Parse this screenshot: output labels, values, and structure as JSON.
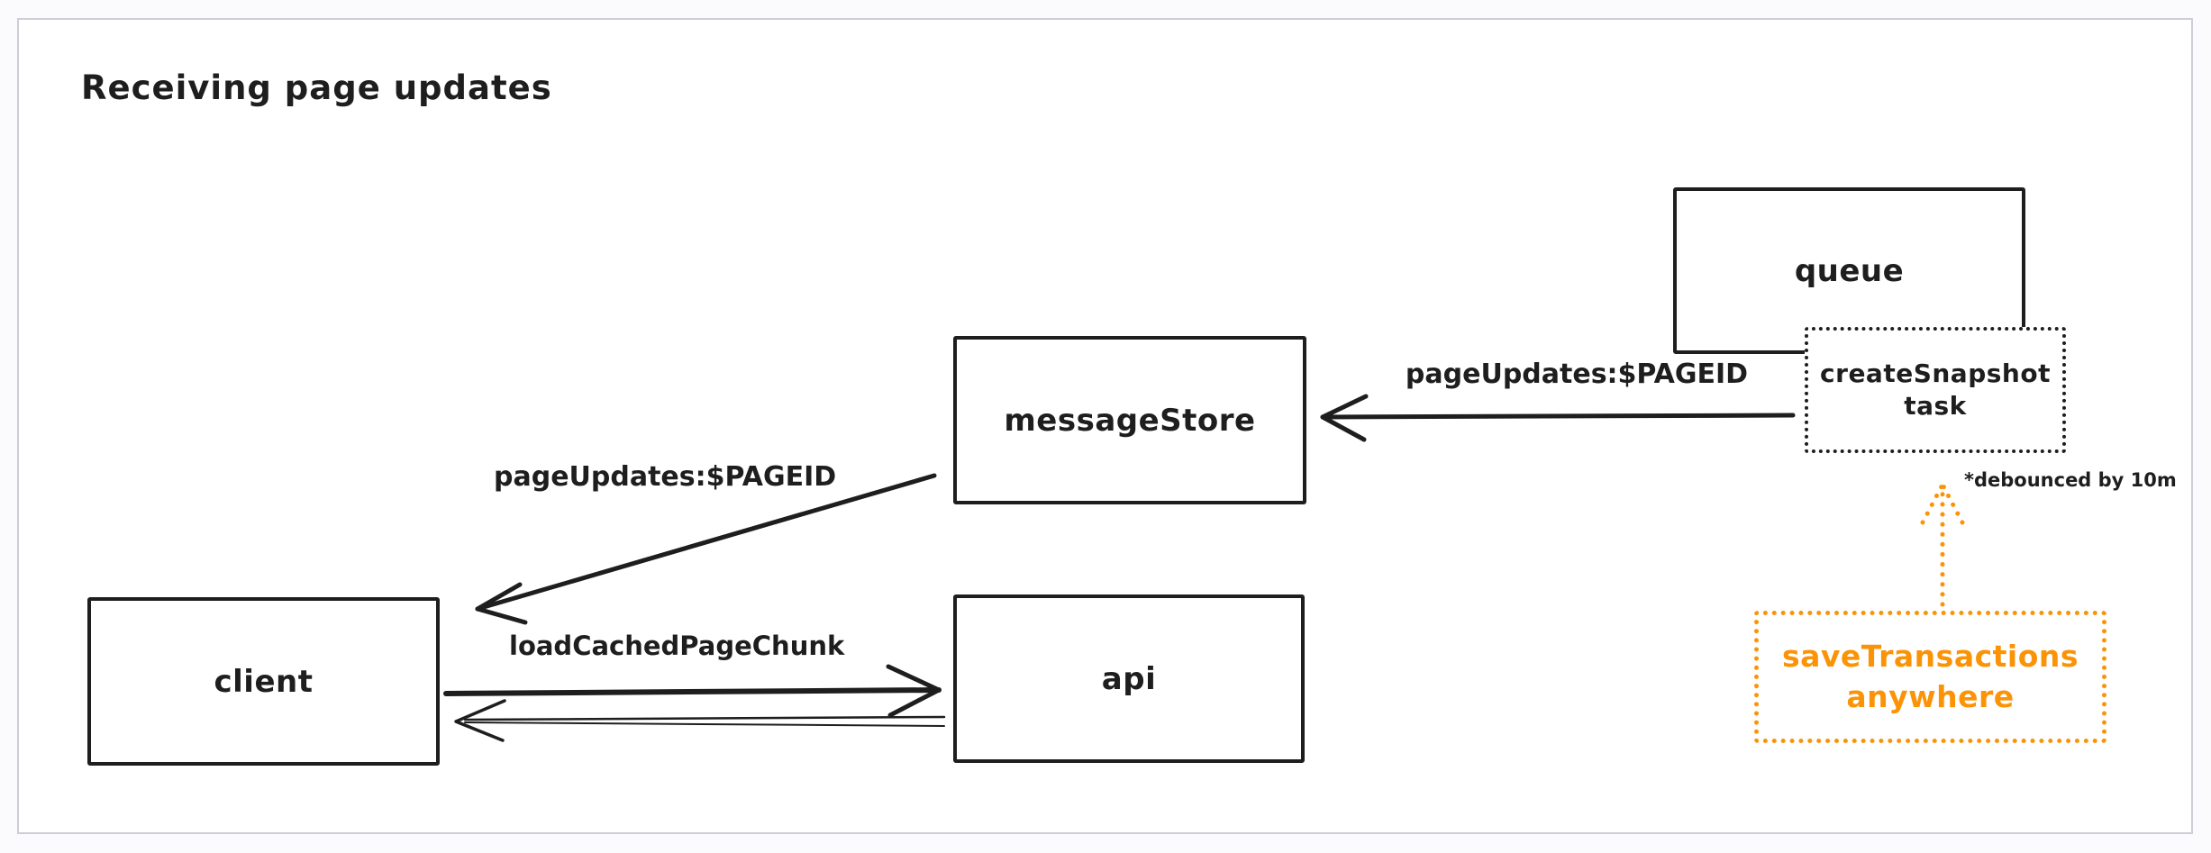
{
  "window": {
    "background": "#fbfbfd",
    "canvas_background": "#ffffff",
    "frame_border_color": "#cdced6"
  },
  "diagram": {
    "title": "Receiving page updates",
    "colors": {
      "stroke": "#1e1e1e",
      "accent_orange": "#fb9307"
    },
    "nodes": {
      "queue": {
        "label": "queue",
        "border": "solid"
      },
      "create_snapshot_task": {
        "label": "createSnapshot task",
        "border": "dotted"
      },
      "message_store": {
        "label": "messageStore",
        "border": "solid"
      },
      "client": {
        "label": "client",
        "border": "solid"
      },
      "api": {
        "label": "api",
        "border": "solid"
      },
      "save_transactions": {
        "label": "saveTransactions anywhere",
        "border": "dotted",
        "color": "#fb9307"
      }
    },
    "edges": {
      "create_snapshot_to_message_store": {
        "label": "pageUpdates:$PAGEID",
        "from": "create_snapshot_task",
        "to": "message_store",
        "style": "solid-arrow-left"
      },
      "message_store_to_client": {
        "label": "pageUpdates:$PAGEID",
        "from": "message_store",
        "to": "client",
        "style": "solid-arrow-diagonal"
      },
      "client_to_api": {
        "label": "loadCachedPageChunk",
        "from": "client",
        "to": "api",
        "style": "solid-arrow-right"
      },
      "api_to_client": {
        "from": "api",
        "to": "client",
        "style": "double-line-arrow-left"
      },
      "save_transactions_to_create_snapshot": {
        "from": "save_transactions",
        "to": "create_snapshot_task",
        "style": "dotted-arrow-up",
        "color": "#fb9307"
      }
    },
    "annotations": {
      "debounce_note": "*debounced by 10m"
    }
  }
}
